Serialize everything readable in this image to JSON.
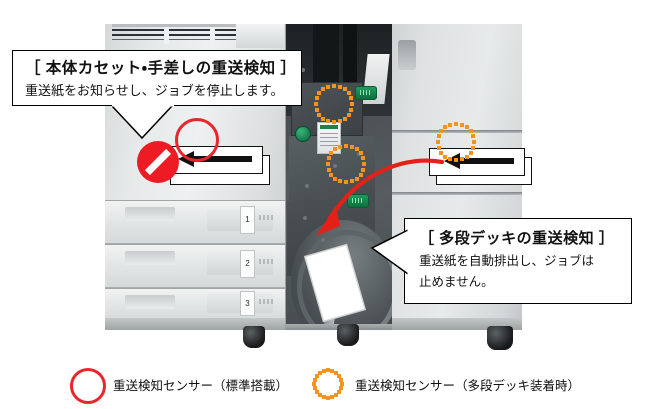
{
  "document": {
    "type": "technical-illustration",
    "subject": "複合機 重送検知センサー 配置図",
    "language": "ja"
  },
  "callouts": [
    {
      "id": "main-cassette",
      "title": "［ 本体カセット・手差しの重送検知 ］",
      "body": "重送紙をお知らせし、ジョブを停止します。",
      "tail_direction": "down"
    },
    {
      "id": "multi-deck",
      "title": "［ 多段デッキの重送検知 ］",
      "body_lines": [
        "重送紙を自動排出し、ジョブは",
        "止めません。"
      ],
      "tail_direction": "left"
    }
  ],
  "legend": {
    "items": [
      {
        "id": "standard-sensor",
        "marker": "solid-red-circle",
        "color": "#e8262b",
        "label": "重送検知センサー（標準搭載）"
      },
      {
        "id": "deck-sensor",
        "marker": "dotted-orange-circle",
        "color": "#f4941f",
        "label": "重送検知センサー（多段デッキ装着時）"
      }
    ]
  },
  "machine": {
    "cassette_drawers": [
      {
        "number": "1"
      },
      {
        "number": "2"
      },
      {
        "number": "3"
      }
    ],
    "markers": {
      "red_circle_count": 1,
      "orange_dotted_circle_count": 3,
      "prohibition_sign": "no-entry-slash",
      "red_eject_arrow": "curved-arrow-down-left"
    },
    "paper_stacks": [
      {
        "id": "left-paper-stack",
        "arrow": "left"
      },
      {
        "id": "right-paper-stack",
        "arrow": "left"
      }
    ]
  },
  "colors": {
    "red": "#e8262b",
    "prohibition_red": "#ed1b24",
    "orange": "#f4941f",
    "ink": "#111111",
    "body_light": "#e7eaea",
    "body_dark": "#454b4e",
    "lever_green": "#0e6e3d"
  }
}
